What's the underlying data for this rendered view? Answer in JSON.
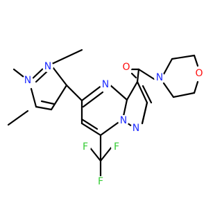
{
  "colors": {
    "nitrogen": "#1f2dff",
    "oxygen": "#ff0d0d",
    "fluorine": "#33cc33",
    "bond": "#000000",
    "background": "#ffffff"
  },
  "atoms": {
    "n_pz_methyl": "N",
    "n_pz": "N",
    "n_pyrimidine": "N",
    "n_bridge": "N",
    "n_pyrazole": "N",
    "n_morpholine": "N",
    "o_carbonyl": "O",
    "o_morpholine": "O",
    "f_left": "F",
    "f_right": "F",
    "f_bottom": "F"
  }
}
